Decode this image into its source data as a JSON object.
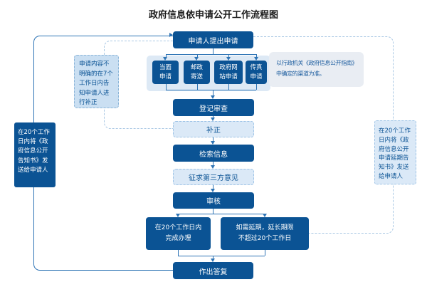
{
  "title": "政府信息依申请公开工作流程图",
  "flow": {
    "apply": "申请人提出申请",
    "register": "登记审查",
    "correction": "补正",
    "retrieve": "检索信息",
    "third_party": "征求第三方意见",
    "review": "审核",
    "complete": {
      "line1": "在20个工作日内",
      "line2": "完成办理"
    },
    "extension": {
      "line1": "如需延期，延长期限",
      "line2": "不超过20个工作日"
    },
    "reply": "作出答复"
  },
  "methods": [
    {
      "line1": "当面",
      "line2": "申请"
    },
    {
      "line1": "邮政",
      "line2": "寄送"
    },
    {
      "line1": "政府网",
      "line2": "站申请"
    },
    {
      "line1": "传真",
      "line2": "申请"
    }
  ],
  "notes": {
    "channel_info": {
      "line1": "以行政机关《政府信息公开指南》",
      "line2": "中确定的渠道为准。"
    },
    "correction_callout": "申请内容不明确的在7个工作日内告知申请人进行补正",
    "send_notice": "在20个工作日内将《政府信息公开告知书》发送给申请人",
    "send_extension_notice": "在20个工作日内将《政府信息公开申请延期告知书》发送给申请人"
  },
  "colors": {
    "primary": "#0b5394",
    "light_fill": "#dbe9f7",
    "light_border": "#9dc3e6",
    "container_fill": "#dde9f5",
    "callout_fill": "#cadff2",
    "info_fill": "#e9edf3",
    "line": "#2e74b5",
    "dashed_line": "#aac8e4"
  }
}
